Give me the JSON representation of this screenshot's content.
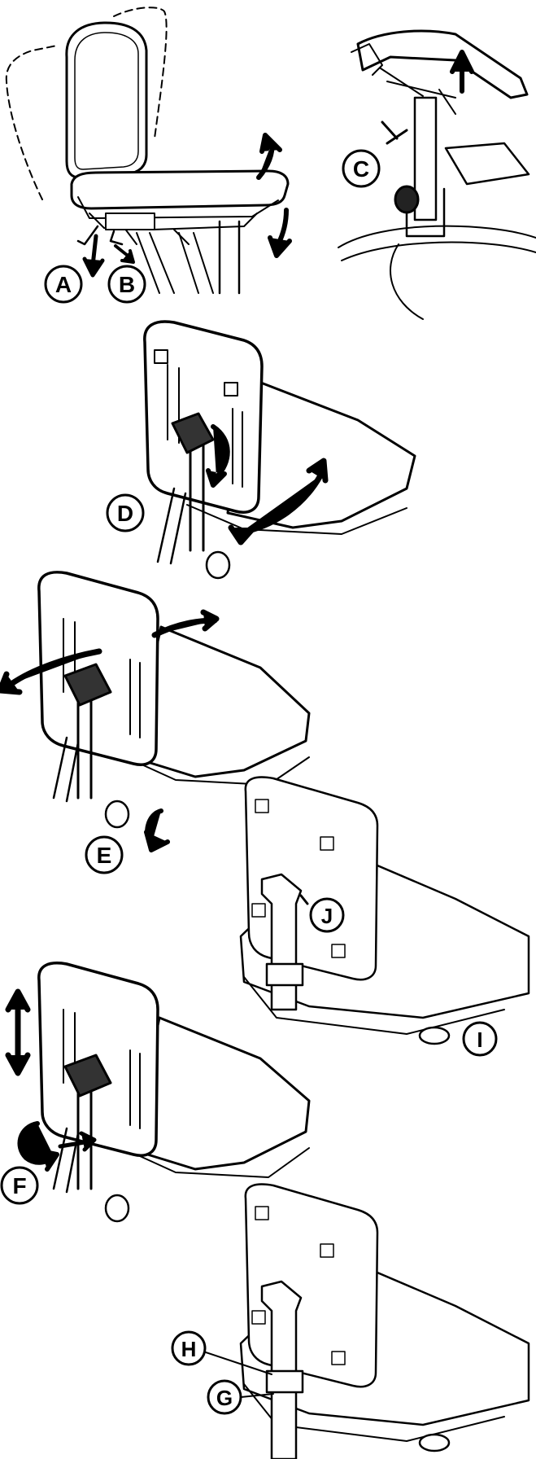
{
  "callouts": {
    "a": "A",
    "b": "B",
    "c": "C",
    "d": "D",
    "e": "E",
    "f": "F",
    "g": "G",
    "h": "H",
    "i": "I",
    "j": "J"
  },
  "colors": {
    "ink": "#000000",
    "paper": "#ffffff",
    "shade": "#3a3a3a"
  }
}
